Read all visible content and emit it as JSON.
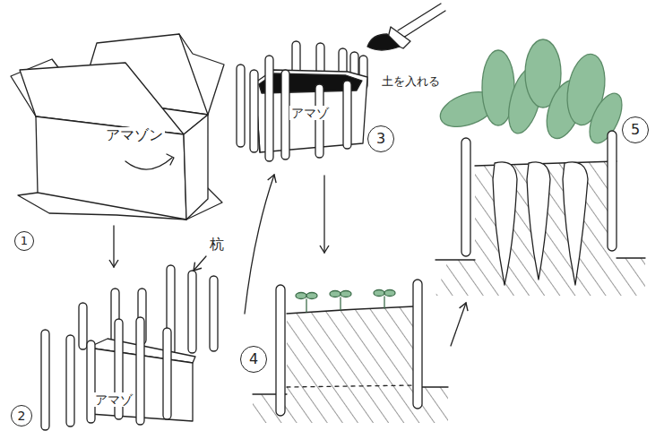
{
  "diagram": {
    "labels": [
      "1",
      "アマゾン",
      "杭",
      "2",
      "アマゾ",
      "3",
      "アマゾ",
      "土を入れる",
      "4",
      "5"
    ]
  }
}
